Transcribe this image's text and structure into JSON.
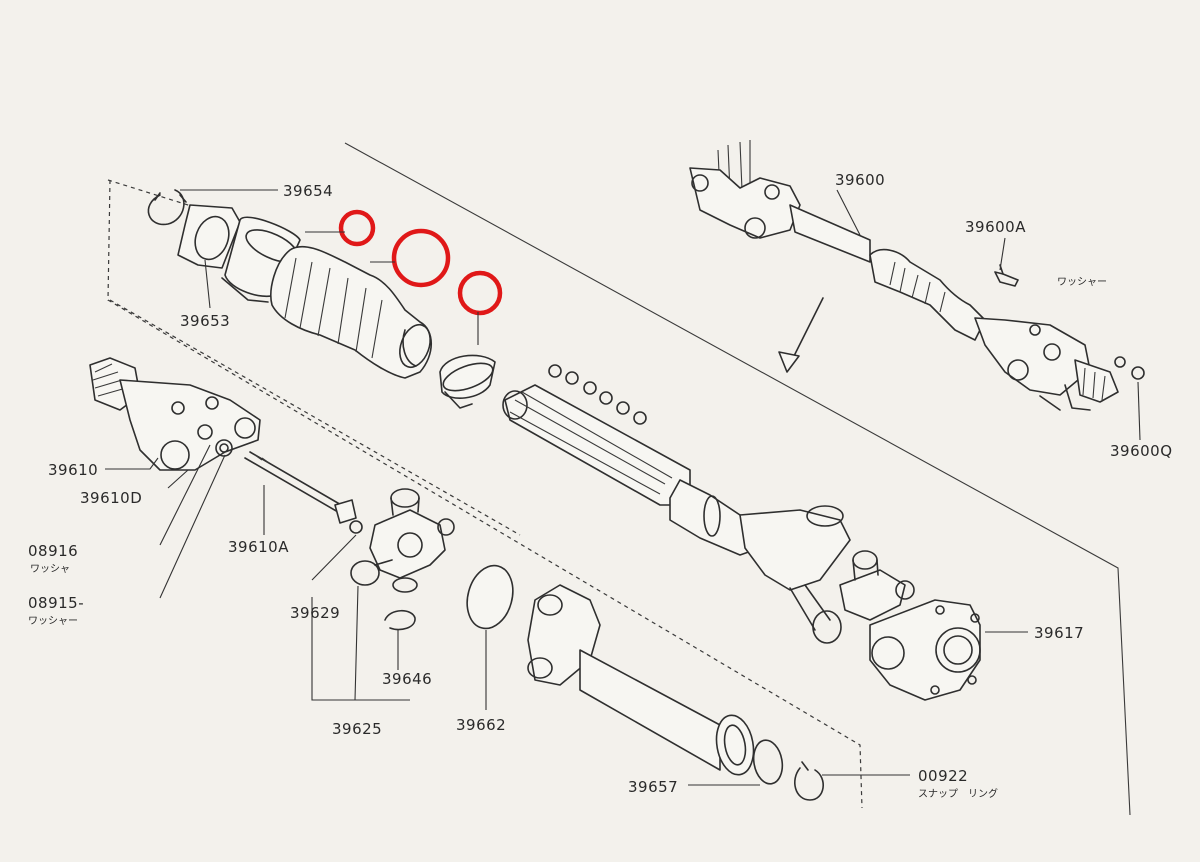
{
  "parts": {
    "p39654": "39654",
    "p39653": "39653",
    "p39600": "39600",
    "p39600A": "39600A",
    "washer_upper": "ワッシャー",
    "p39600Q": "39600Q",
    "p39610": "39610",
    "p39610D": "39610D",
    "p08916": "08916",
    "washer_08916": "ワッシャ",
    "p08915": "08915-",
    "washer_08915": "ワッシャー",
    "p39610A": "39610A",
    "p39629": "39629",
    "p39646": "39646",
    "p39625": "39625",
    "p39662": "39662",
    "p39617": "39617",
    "p39657": "39657",
    "p00922": "00922",
    "snap_ring": "スナップ　リング"
  },
  "colors": {
    "ink": "#2f2f2f",
    "highlight": "#e01818",
    "paper": "#f3f1ec"
  }
}
